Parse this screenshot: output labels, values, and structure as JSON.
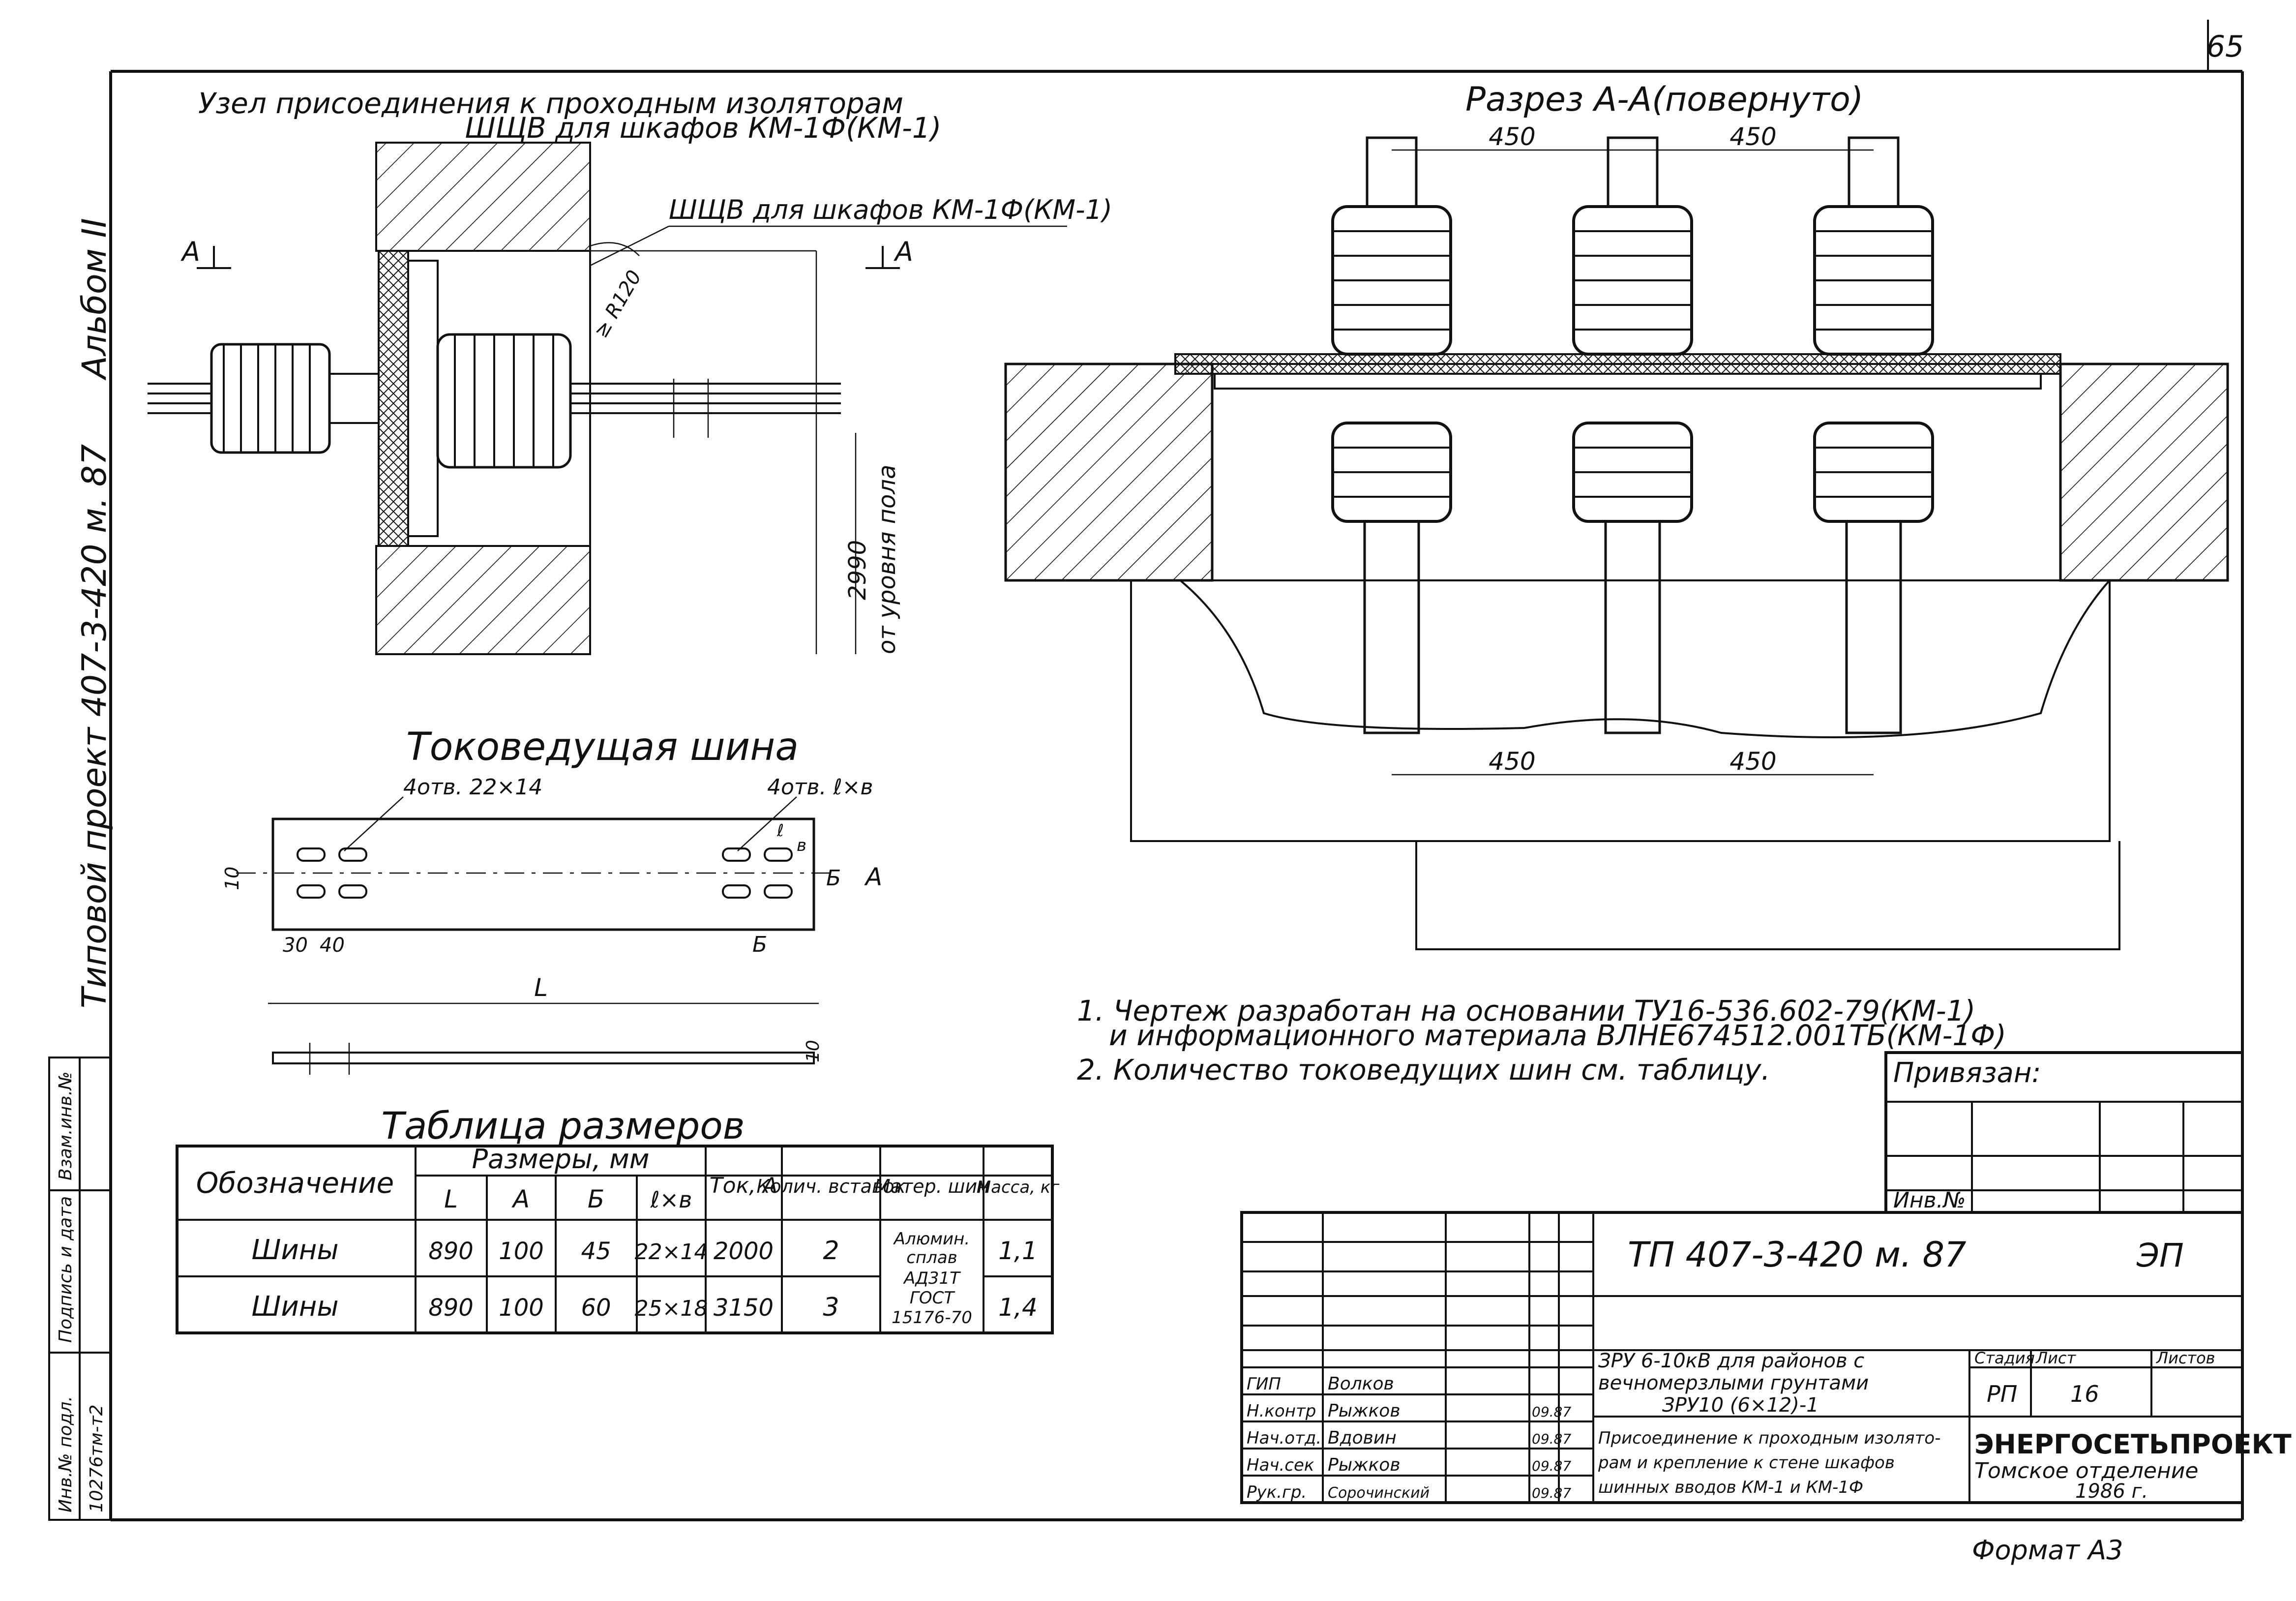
{
  "sheet": {
    "page_number": "65",
    "format_label": "Формат А3",
    "side_left": "Типовой проект 407-3-420 м. 87",
    "side_album": "Альбом II",
    "stamp_cells": [
      "Инв.№ подл.",
      "Подпись и дата",
      "Взам.инв.№"
    ],
    "inv_number": "10276тм-т2"
  },
  "node_view": {
    "title_line1": "Узел присоединения к проходным изоляторам",
    "title_line2": "ШЩВ для шкафов КМ-1Ф(КМ-1)",
    "callout": "ШЩВ для шкафов КМ-1Ф(КМ-1)",
    "section_mark": "А",
    "dim_height": "2990",
    "dim_height_note": "от уровня пола",
    "angle_note": "≥ R120"
  },
  "section_view": {
    "title": "Разрез А-А(повернуто)",
    "dims_top": [
      "450",
      "450"
    ],
    "dims_bottom": [
      "450",
      "450"
    ]
  },
  "busbar": {
    "title": "Токоведущая шина",
    "holes_left": "4отв. 22×14",
    "holes_right": "4отв. ℓ×в",
    "dim_10": "10",
    "dim_30": "30",
    "dim_40": "40",
    "dim_B": "Б",
    "dim_A": "А",
    "dim_L": "L",
    "dim_t": "10",
    "dim_e": "ℓ",
    "dim_b": "в"
  },
  "notes": [
    "1. Чертеж разработан на основании ТУ16-536.602-79(КМ-1)",
    "и информационного материала ВЛНЕ674512.001ТБ(КМ-1Ф)",
    "2. Количество токоведущих шин см. таблицу."
  ],
  "dim_table": {
    "title": "Таблица размеров",
    "header_designation": "Обозначение",
    "header_sizes": "Размеры, мм",
    "subheaders": [
      "L",
      "А",
      "Б",
      "ℓ×в"
    ],
    "header_current": "Ток, А",
    "header_qty": "Колич. вставок",
    "header_material": "Матер. шин",
    "header_mass": "Масса, кг",
    "rows": [
      {
        "name": "Шины",
        "L": "890",
        "A": "100",
        "B": "45",
        "exb": "22×14",
        "current": "2000",
        "qty": "2",
        "mass": "1,1"
      },
      {
        "name": "Шины",
        "L": "890",
        "A": "100",
        "B": "60",
        "exb": "25×18",
        "current": "3150",
        "qty": "3",
        "mass": "1,4"
      }
    ],
    "material_lines": [
      "Алюмин.",
      "сплав",
      "АД31Т",
      "ГОСТ",
      "15176-70"
    ]
  },
  "privyazan": {
    "label": "Привязан:",
    "inv": "Инв.№"
  },
  "title_block": {
    "code": "ТП 407-3-420 м. 87",
    "section": "ЭП",
    "roles": [
      "ГИП",
      "Н.контр",
      "Нач.отд.",
      "Нач.сек",
      "Рук.гр."
    ],
    "names": [
      "Волков",
      "Рыжков",
      "Вдовин",
      "Рыжков",
      "Сорочинский"
    ],
    "dates": [
      "",
      "09.87",
      "09.87",
      "09.87",
      "09.87"
    ],
    "project_name": [
      "ЗРУ 6-10кВ для районов с",
      "вечномерзлыми грунтами",
      "ЗРУ10 (6×12)-1"
    ],
    "sheet_name": [
      "Присоединение к проходным изолято-",
      "рам и крепление к стене шкафов",
      "шинных вводов КМ-1 и КМ-1Ф"
    ],
    "stage_label": "Стадия",
    "sheet_label": "Лист",
    "sheets_label": "Листов",
    "stage": "РП",
    "sheet": "16",
    "org": "ЭНЕРГОСЕТЬПРОЕКТ",
    "org_branch": "Томское отделение",
    "year": "1986 г."
  }
}
